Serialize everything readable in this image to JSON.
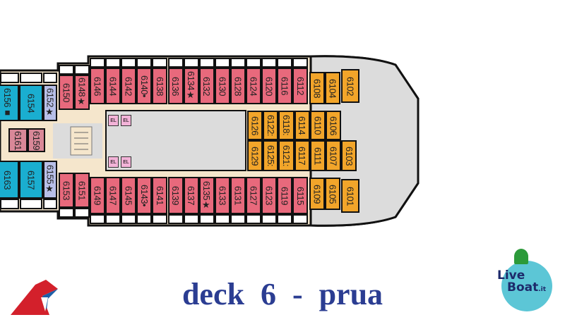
{
  "title": "deck 6  -  prua",
  "logos": {
    "liveboat": "LiveBoat.it"
  },
  "elevator_label": "EL",
  "colors": {
    "balcony": "#e8697c",
    "interior": "#f2a52a",
    "suite": "#1aaed0",
    "title": "#2b3d92"
  },
  "rows": {
    "top_main": [
      "6146",
      "6144",
      "6142",
      "6140•",
      "6138",
      "6136",
      "6134★",
      "6132",
      "6130",
      "6128",
      "6124",
      "6120",
      "6116",
      "6112"
    ],
    "top_orange": [
      "6108",
      "6104",
      "6102"
    ],
    "mid_row1": [
      "6126",
      "6122:",
      "6118:",
      "6114",
      "6110",
      "6106"
    ],
    "mid_row2": [
      "6129",
      "6125:",
      "6121:",
      "6117",
      "6111",
      "6107",
      "6103"
    ],
    "bottom_main": [
      "6149",
      "6147",
      "6145",
      "6143•",
      "6141",
      "6139",
      "6137",
      "6135★",
      "6133",
      "6131",
      "6127",
      "6123",
      "6119",
      "6115"
    ],
    "bottom_orange": [
      "6109",
      "6105",
      "6101"
    ],
    "left_top": [
      "6156■",
      "6154",
      "6152★",
      "6150",
      "6148★"
    ],
    "left_mid": [
      "6161",
      "6159"
    ],
    "left_bottom": [
      "6163",
      "6157",
      "6155★",
      "6153",
      "6151"
    ]
  }
}
